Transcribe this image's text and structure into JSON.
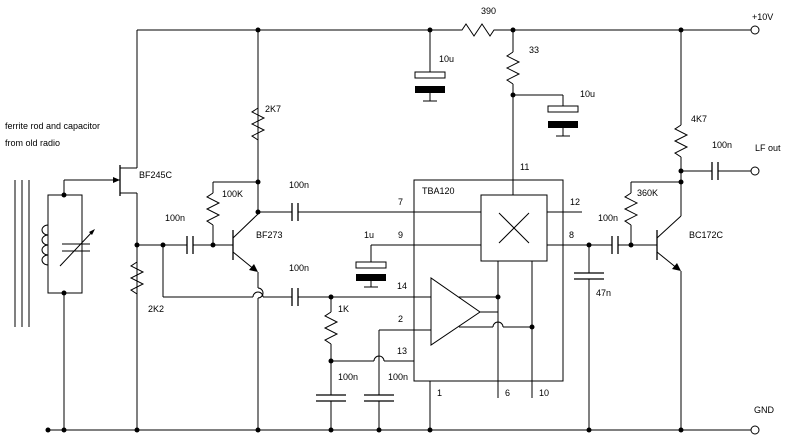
{
  "labels": {
    "supply": "+10V",
    "ground": "GND",
    "lf_out": "LF out",
    "ferrite_line1": "ferrite rod and capacitor",
    "ferrite_line2": "from old radio",
    "r_390": "390",
    "r_33": "33",
    "r_2k7": "2K7",
    "r_100k": "100K",
    "r_2k2": "2K2",
    "r_1k": "1K",
    "r_4k7": "4K7",
    "r_360k": "360K",
    "c_10u_a": "10u",
    "c_10u_b": "10u",
    "c_1u": "1u",
    "c_100n_in": "100n",
    "c_100n_pin7": "100n",
    "c_100n_pin14": "100n",
    "c_100n_bot1": "100n",
    "c_100n_bot2": "100n",
    "c_100n_pin8": "100n",
    "c_100n_out": "100n",
    "c_47n": "47n",
    "q_bf245c": "BF245C",
    "q_bf273": "BF273",
    "q_bc172c": "BC172C",
    "ic_name": "TBA120",
    "pin_11": "11",
    "pin_7": "7",
    "pin_9": "9",
    "pin_14": "14",
    "pin_2": "2",
    "pin_13": "13",
    "pin_1": "1",
    "pin_6": "6",
    "pin_10": "10",
    "pin_12": "12",
    "pin_8": "8"
  }
}
